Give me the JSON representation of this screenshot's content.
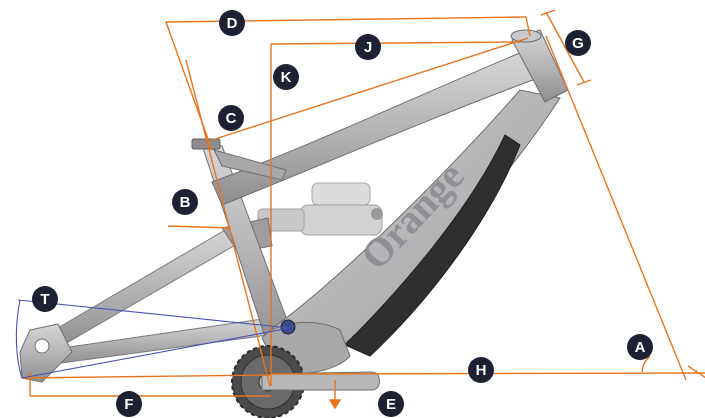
{
  "figure": {
    "brand_logo_text": "Orange",
    "frame_color": "#b5b5b7",
    "battery_color": "#2f2f31",
    "shock_color": "#d0d0d2",
    "dimension_line_color": "#e8731e",
    "trail_line_color": "#4a52b8",
    "badge_color": "#1e2133"
  },
  "labels": {
    "A": "A",
    "B": "B",
    "C": "C",
    "D": "D",
    "E": "E",
    "F": "F",
    "G": "G",
    "H": "H",
    "J": "J",
    "K": "K",
    "T": "T"
  }
}
